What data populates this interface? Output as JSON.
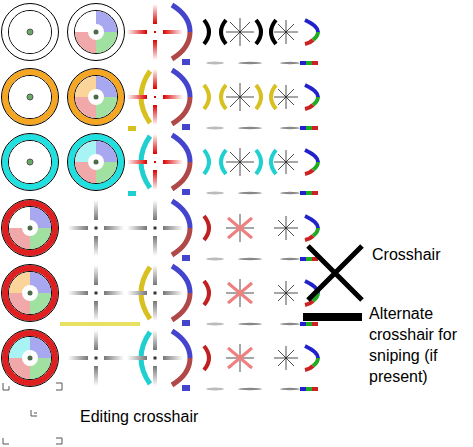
{
  "diagram": {
    "labels": [
      "Crosshair",
      "Alternate crosshair for sniping (if present)",
      "Editing crosshair"
    ]
  }
}
